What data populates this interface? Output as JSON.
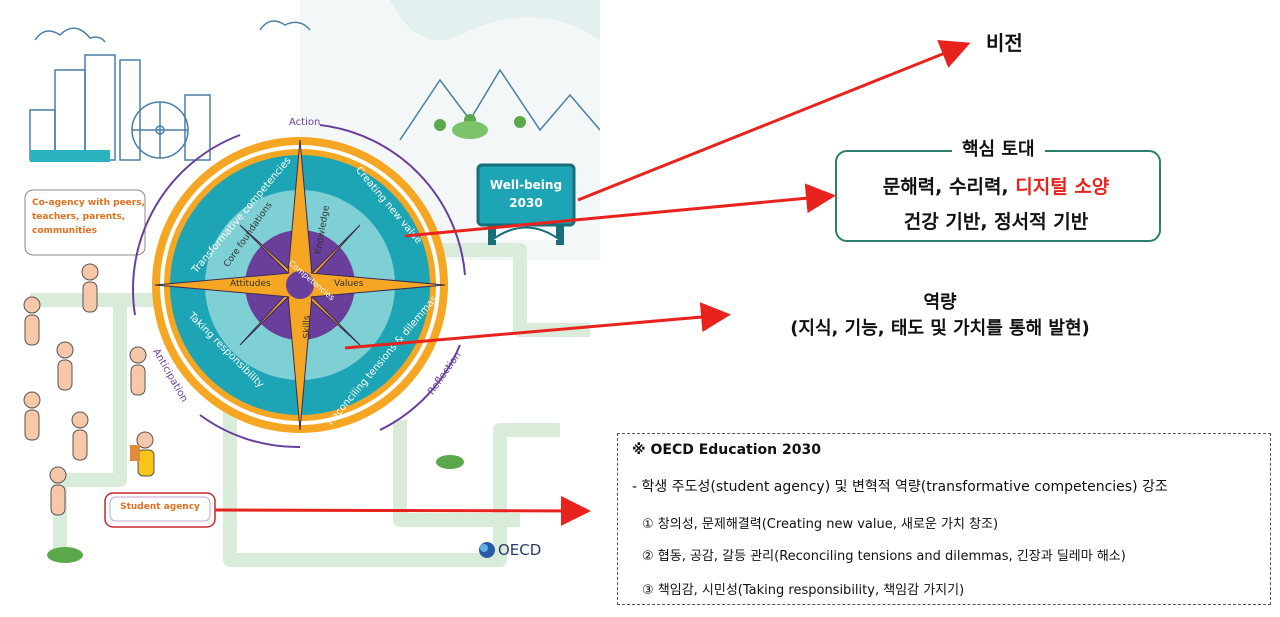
{
  "illustration": {
    "compass_labels": {
      "action": "Action",
      "anticipation": "Anticipation",
      "reflection": "Reflection",
      "transformative": "Transformative competencies",
      "creating": "Creating new value",
      "reconciling": "Reconciling tensions & dilemmas",
      "taking": "Taking responsibility",
      "core_foundations": "Core foundations",
      "knowledge": "Knowledge",
      "skills": "Skills",
      "attitudes": "Attitudes",
      "values": "Values",
      "competencies": "Competencies"
    },
    "wellbeing_line1": "Well-being",
    "wellbeing_line2": "2030",
    "coagency_lines": [
      "Co-agency with peers,",
      "teachers, parents,",
      "communities"
    ],
    "student_agency": "Student agency",
    "oecd_logo": "OECD"
  },
  "annotations": {
    "vision": "비전",
    "core_title": "핵심 토대",
    "core_line1_a": "문해력, 수리력, ",
    "core_line1_b": "디지털 소양",
    "core_line2": "건강 기반, 정서적 기반",
    "competency_title": "역량",
    "competency_sub": "(지식, 기능, 태도 및 가치를 통해 발현)"
  },
  "oecd_box": {
    "title": "※  OECD  Education  2030",
    "line1": "- 학생 주도성(student agency) 및 변혁적 역량(transformative competencies) 강조",
    "item1": "①  창의성, 문제해결력(Creating new value, 새로운 가치 창조)",
    "item2": "②  협동, 공감, 갈등 관리(Reconciling tensions and dilemmas, 긴장과 딜레마 해소)",
    "item3": "③  책임감, 시민성(Taking responsibility, 책임감 가지기)"
  },
  "colors": {
    "arrow": "#e8231e",
    "teal": "#2bb3c0",
    "orange": "#f5a623",
    "purple": "#6a3f9c",
    "core_border": "#2e7d6b"
  }
}
